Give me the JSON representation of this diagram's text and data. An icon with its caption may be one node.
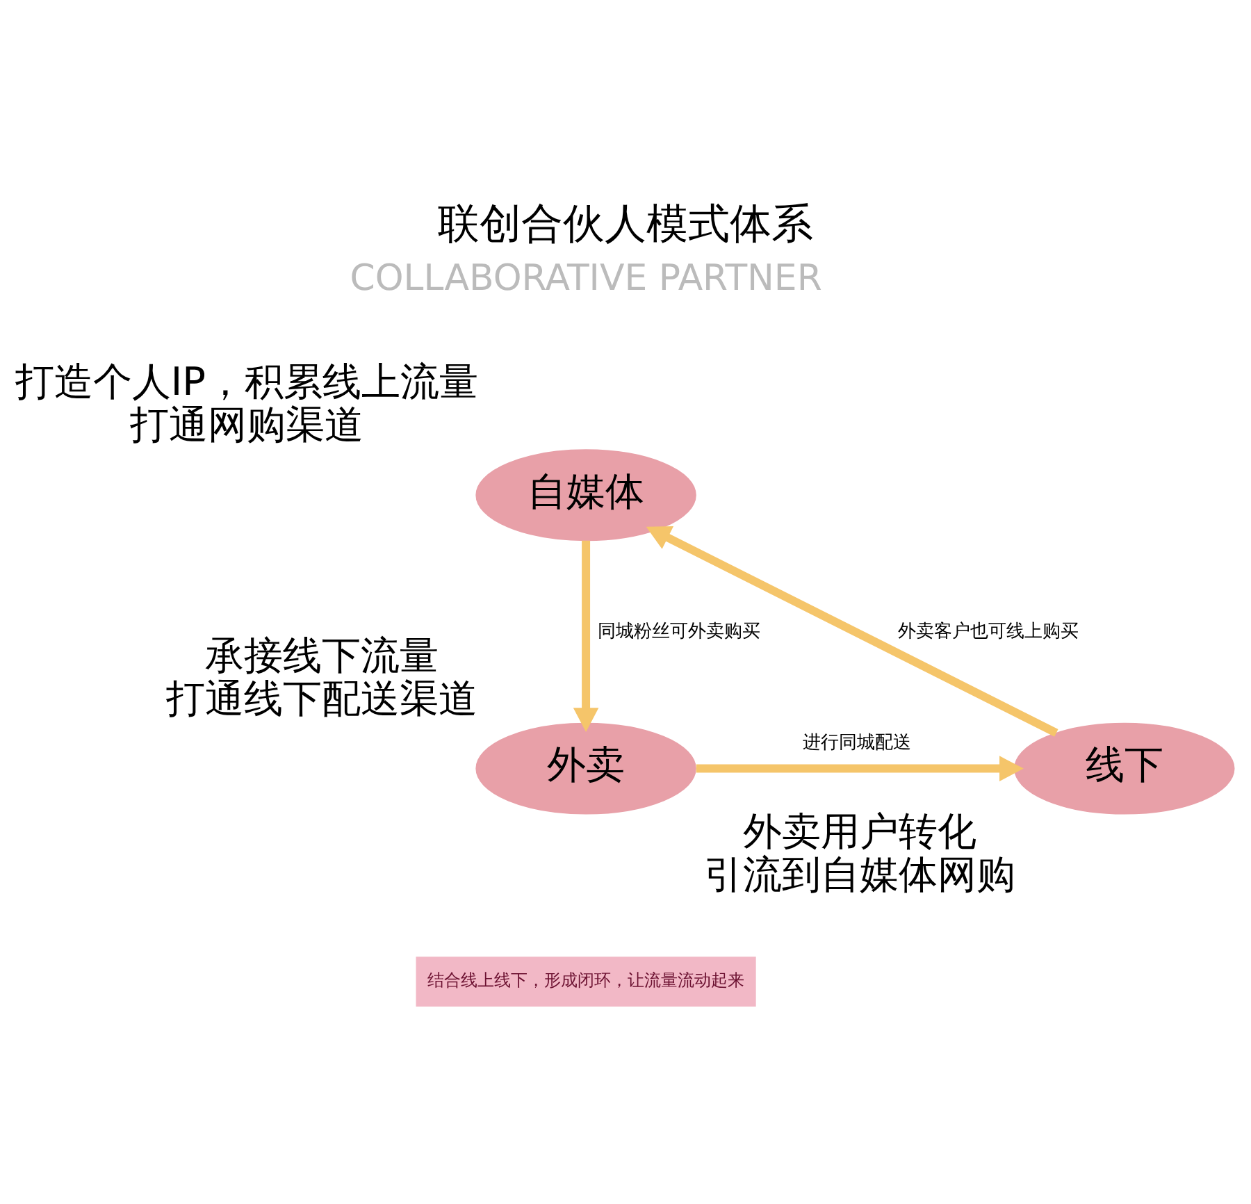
{
  "diagram": {
    "title": "联创合伙人模式体系",
    "nodes": [
      {
        "text": [
          "自媒体"
        ],
        "beside": [
          "打造个人IP，积累线上流量",
          "打通网购渠道"
        ]
      },
      {
        "text": [
          "外卖"
        ],
        "beside": [
          "承接线下流量",
          "打通线下配送渠道"
        ]
      },
      {
        "text": [
          "线下"
        ],
        "beside": [
          "外卖用户转化",
          "引流到自媒体网购"
        ]
      }
    ],
    "edges": [
      {
        "from": 0,
        "to": 1,
        "arrow": "to",
        "label": "同城粉丝可外卖购买"
      },
      {
        "from": 1,
        "to": 2,
        "arrow": "to",
        "label": "进行同城配送"
      },
      {
        "from": 2,
        "to": 0,
        "arrow": "to",
        "label": "外卖客户也可线上购买"
      }
    ],
    "labels": [
      "COLLABORATIVE PARTNER",
      "结合线上线下，形成闭环，让流量流动起来"
    ]
  }
}
